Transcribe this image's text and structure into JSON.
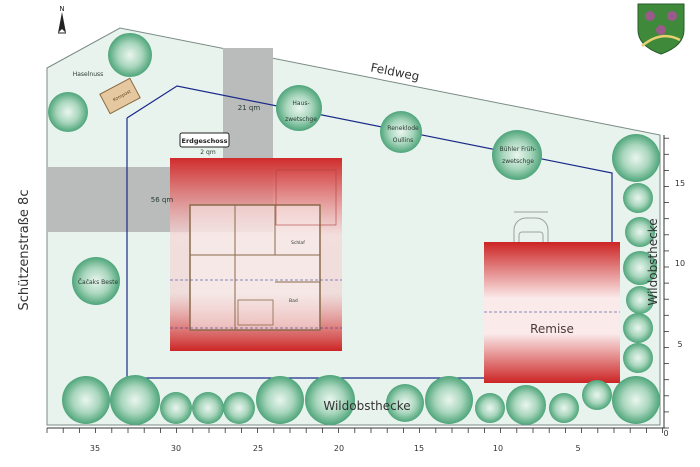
{
  "north": {
    "label": "N"
  },
  "streets": {
    "top": "Feldweg",
    "left": "Schützenstraße 8c"
  },
  "buildings": {
    "main": {
      "label": "Erdgeschoss",
      "sub": "2 qm",
      "room_label": "Schlaf",
      "room2_label": "Bad"
    },
    "remise": {
      "label": "Remise"
    }
  },
  "areas": {
    "path_top": "21 qm",
    "path_left": "56 qm"
  },
  "hedge_bottom": "Wildobsthecke",
  "hedge_right": "Wildobsthecke",
  "trees": {
    "haselnuss": "Haselnuss",
    "hauszwetschge": [
      "Haus-",
      "zwetschge"
    ],
    "reneklode": [
      "Reneklode",
      "Oullins"
    ],
    "buhler": [
      "Bühler Früh-",
      "zwetschge"
    ],
    "cacaks": "Čačaks Beste",
    "kompost": "Kompost"
  },
  "axis_bottom": {
    "ticks": [
      "35",
      "30",
      "25",
      "20",
      "15",
      "10",
      "5",
      "0"
    ]
  },
  "axis_right": {
    "ticks": [
      "15",
      "10",
      "5"
    ]
  },
  "colors": {
    "lawn": "#e9f3ee",
    "boundary": "#1a2a8a",
    "house_red": "#cf2b2b",
    "path": "#b9bcbb",
    "tree": "#3c9a6a"
  }
}
